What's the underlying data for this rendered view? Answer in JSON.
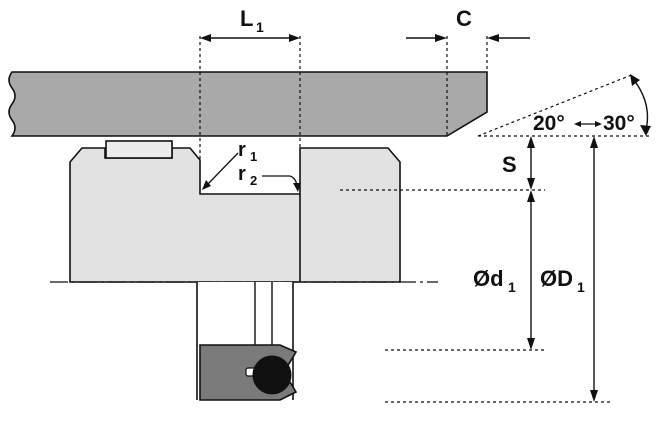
{
  "labels": {
    "l1": "L",
    "l1_sub": "1",
    "c": "C",
    "r1": "r",
    "r1_sub": "1",
    "r2": "r",
    "r2_sub": "2",
    "angle_20": "20°",
    "angle_30": "30°",
    "s": "S",
    "d1": "Ød",
    "d1_sub": "1",
    "D1": "ØD",
    "D1_sub": "1"
  },
  "colors": {
    "rod": "#a9a9a9",
    "housing": "#e2e2e2",
    "seal_profile": "#7a7a7a",
    "oring": "#111111",
    "line": "#111111"
  }
}
